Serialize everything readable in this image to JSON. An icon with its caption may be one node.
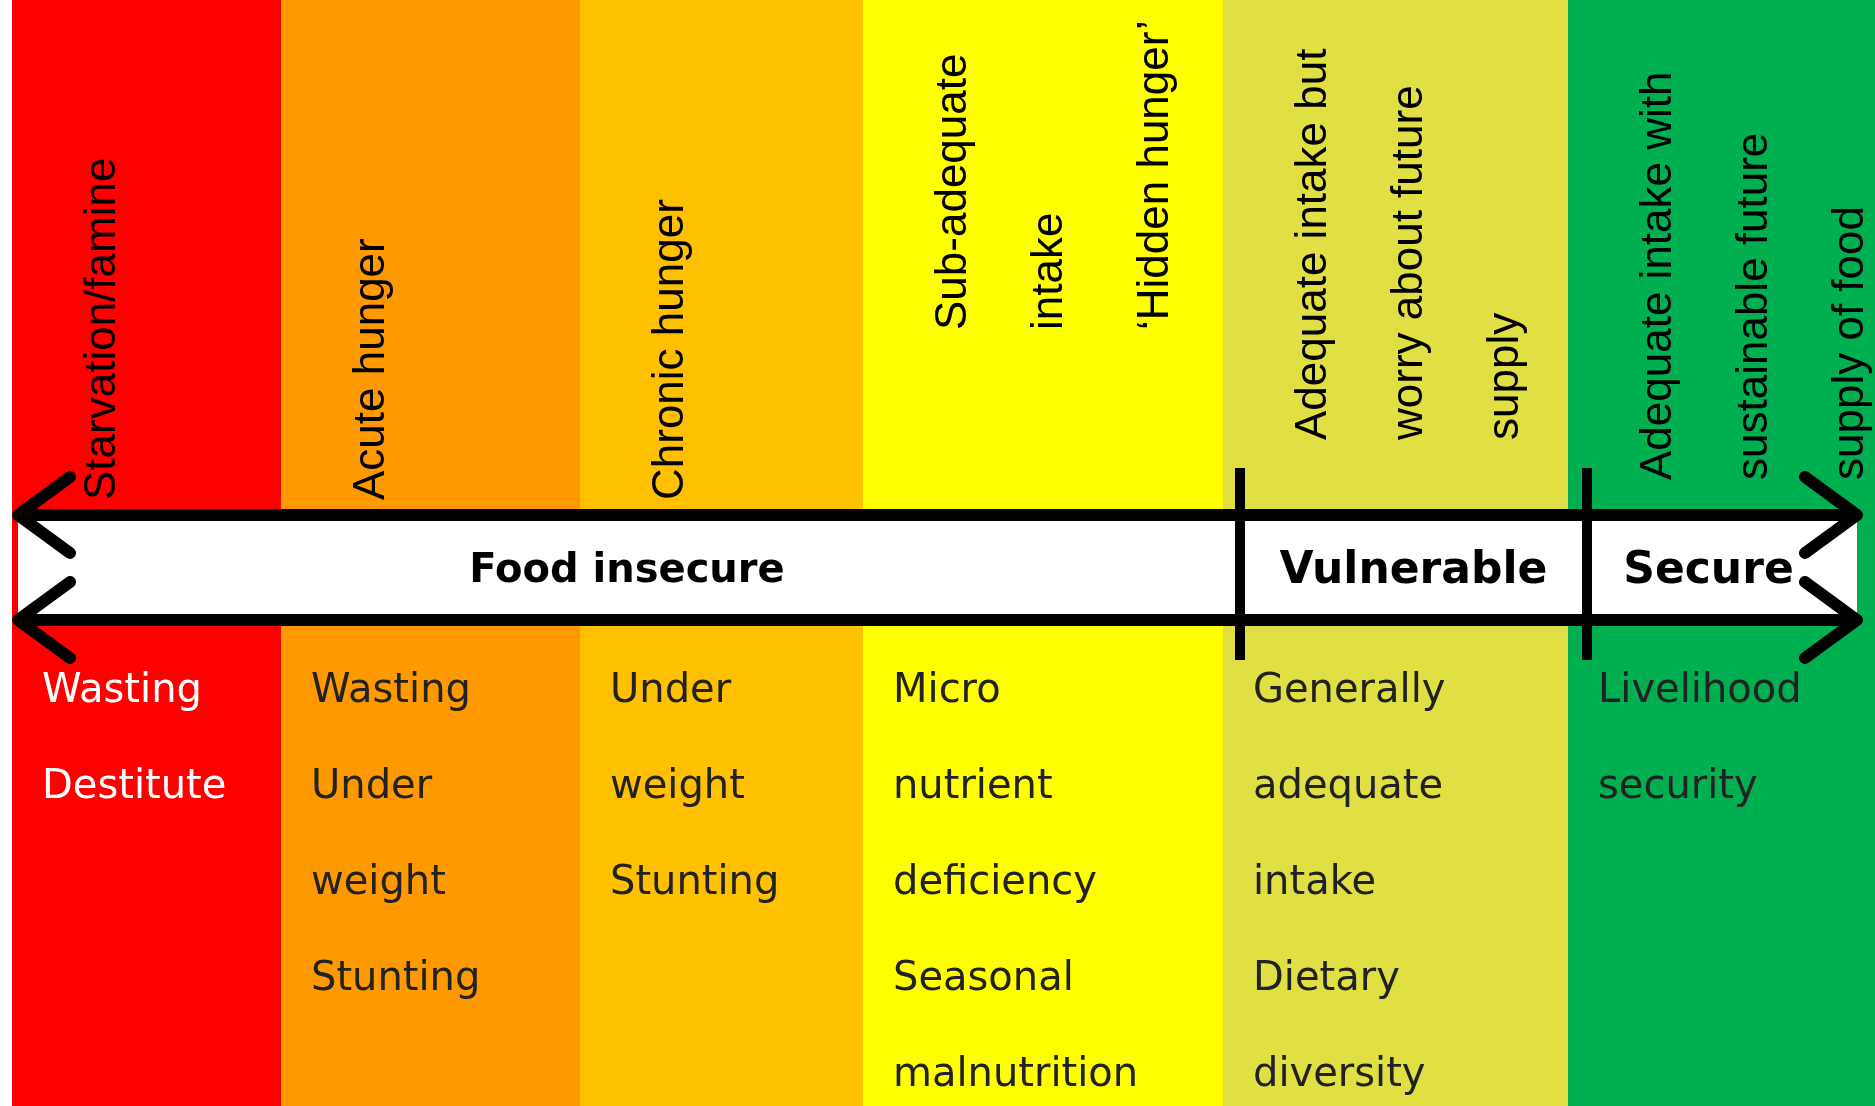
{
  "diagram": {
    "nodes": [
      {
        "text": [
          "Starvation/famine",
          "Wasting",
          "Destitute"
        ]
      },
      {
        "text": [
          "Acute hunger",
          "Wasting",
          "Under weight",
          "Stunting"
        ]
      },
      {
        "text": [
          "Chronic hunger",
          "Under weight",
          "Stunting"
        ]
      },
      {
        "text": [
          "Sub-adequate intake",
          "‘Hidden hunger’",
          "Micro nutrient deficiency",
          "Seasonal malnutrition"
        ]
      },
      {
        "text": [
          "Adequate intake but worry about future supply",
          "Generally adequate intake",
          "Dietary diversity"
        ]
      },
      {
        "text": [
          "Adequate intake with sustainable future supply of food",
          "Livelihood security"
        ]
      },
      {
        "text": [
          "Food insecure",
          "Vulnerable",
          "Secure"
        ]
      }
    ]
  }
}
